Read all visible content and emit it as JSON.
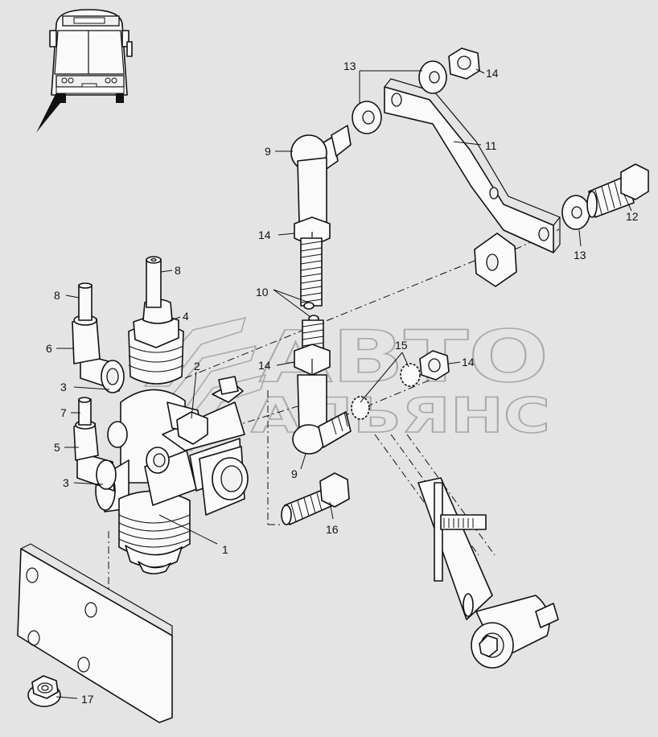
{
  "watermark": {
    "line1": "АВТО",
    "line2": "АЛЬЯНС"
  },
  "callouts": [
    {
      "id": "c1",
      "text": "1"
    },
    {
      "id": "c2",
      "text": "2"
    },
    {
      "id": "c3a",
      "text": "3"
    },
    {
      "id": "c3b",
      "text": "3"
    },
    {
      "id": "c4",
      "text": "4"
    },
    {
      "id": "c5",
      "text": "5"
    },
    {
      "id": "c6",
      "text": "6"
    },
    {
      "id": "c7",
      "text": "7"
    },
    {
      "id": "c8a",
      "text": "8"
    },
    {
      "id": "c8b",
      "text": "8"
    },
    {
      "id": "c9a",
      "text": "9"
    },
    {
      "id": "c9b",
      "text": "9"
    },
    {
      "id": "c10",
      "text": "10"
    },
    {
      "id": "c11",
      "text": "11"
    },
    {
      "id": "c12",
      "text": "12"
    },
    {
      "id": "c13a",
      "text": "13"
    },
    {
      "id": "c13b",
      "text": "13"
    },
    {
      "id": "c14a",
      "text": "14"
    },
    {
      "id": "c14b",
      "text": "14"
    },
    {
      "id": "c14c",
      "text": "14"
    },
    {
      "id": "c14d",
      "text": "14"
    },
    {
      "id": "c15",
      "text": "15"
    },
    {
      "id": "c16",
      "text": "16"
    },
    {
      "id": "c17",
      "text": "17"
    }
  ]
}
